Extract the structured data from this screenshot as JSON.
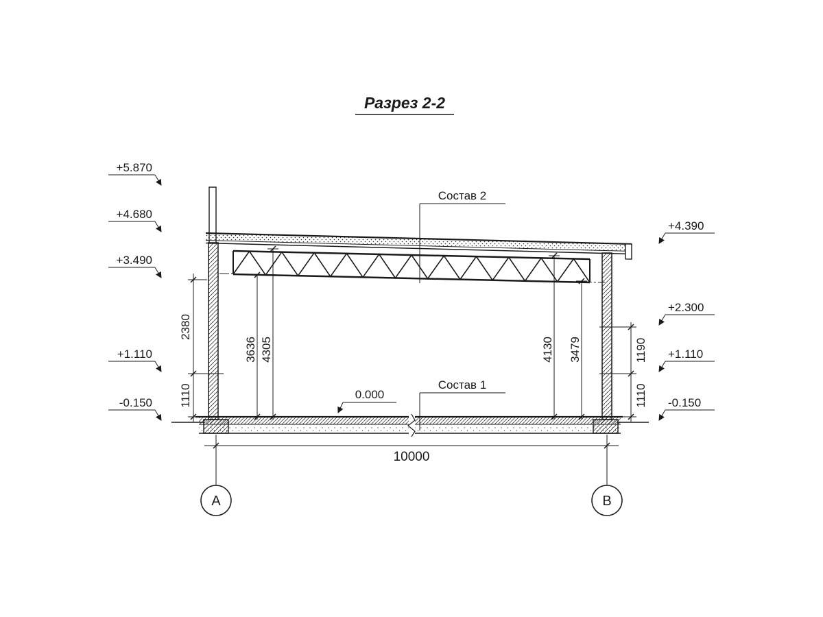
{
  "title": "Разрез 2-2",
  "levels_left": [
    "+5.870",
    "+4.680",
    "+3.490",
    "+1.110",
    "-0.150"
  ],
  "levels_right": [
    "+4.390",
    "+2.300",
    "+1.110",
    "-0.150"
  ],
  "dimensions": {
    "left": [
      "2380",
      "1110"
    ],
    "interior": [
      "3636",
      "4305",
      "4130",
      "3479"
    ],
    "right": [
      "1190",
      "1110"
    ],
    "overall": "10000"
  },
  "labels": {
    "roof_assembly": "Состав 2",
    "floor_assembly": "Состав 1",
    "zero_level": "0.000"
  },
  "axes": [
    "A",
    "B"
  ],
  "colors": {
    "line": "#1a1a1a",
    "background": "#ffffff"
  }
}
